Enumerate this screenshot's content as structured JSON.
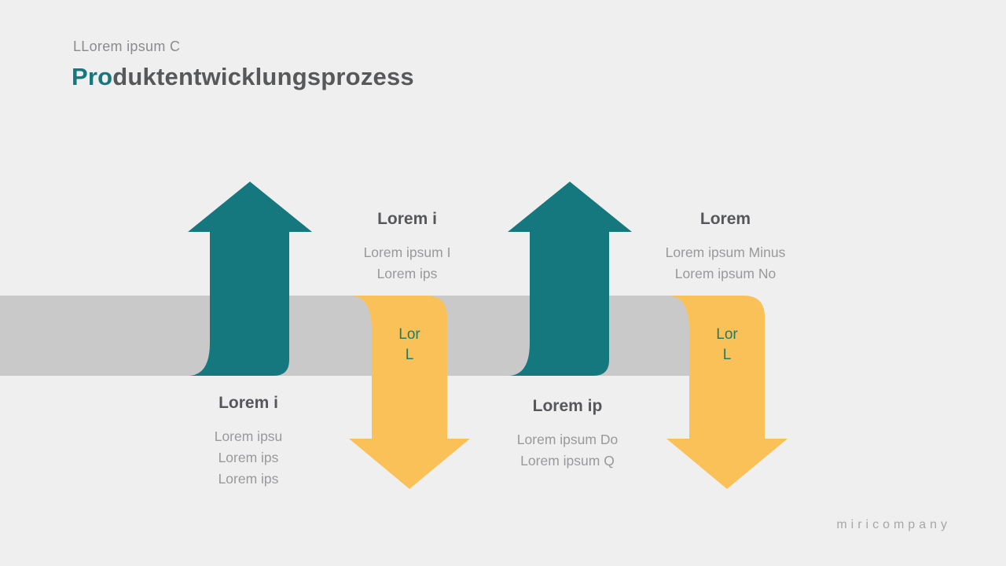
{
  "colors": {
    "background": "#efeff0",
    "band": "#c9c9c9",
    "teal_arrow": "#15787f",
    "yellow_arrow": "#f9c158",
    "title_accent": "#15787f",
    "title_text": "#57585a",
    "arrow_label_text": "#27795f"
  },
  "header": {
    "eyebrow": "LLorem ipsum C",
    "title_accent": "Pro",
    "title_rest": "duktentwicklungsprozess"
  },
  "top_blocks": [
    {
      "heading": "Lorem i",
      "lines": [
        "Lorem ipsum I",
        "Lorem ips"
      ]
    },
    {
      "heading": "Lorem",
      "lines": [
        "Lorem ipsum Minus",
        "Lorem ipsum No"
      ]
    }
  ],
  "bottom_blocks": [
    {
      "heading": "Lorem i",
      "lines": [
        "Lorem ipsu",
        "Lorem ips",
        "Lorem ips"
      ]
    },
    {
      "heading": "Lorem ip",
      "lines": [
        "Lorem ipsum Do",
        "Lorem ipsum Q"
      ]
    }
  ],
  "arrow_labels": [
    {
      "line1": "Lor",
      "line2": "L"
    },
    {
      "line1": "Lor",
      "line2": "L"
    }
  ],
  "footer": {
    "brand": "miricompany"
  }
}
